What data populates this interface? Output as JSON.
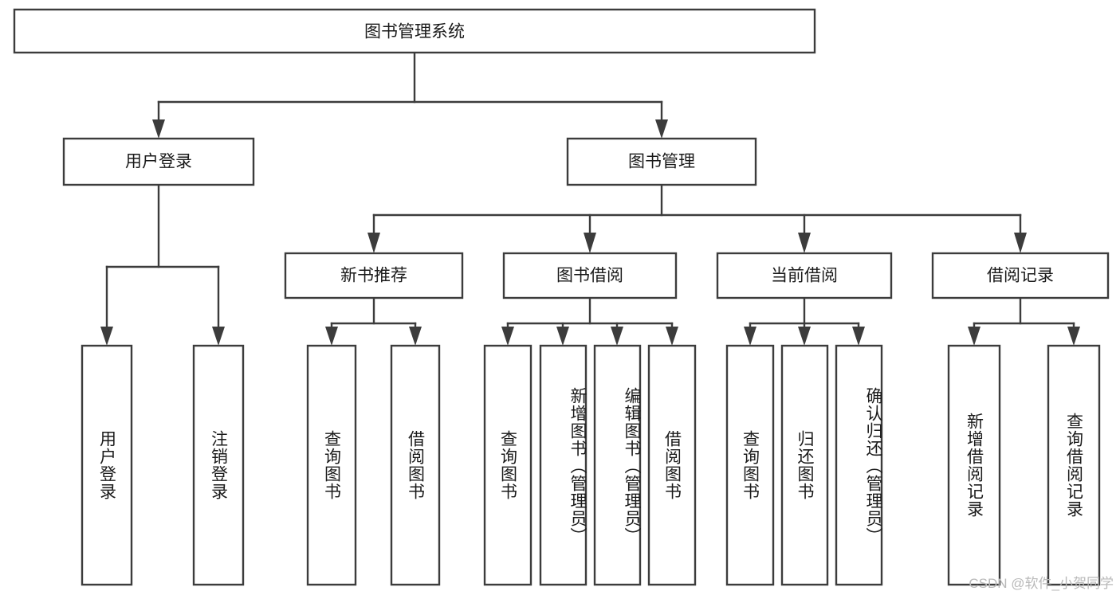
{
  "diagram": {
    "type": "hierarchy-tree",
    "title": "图书管理系统",
    "orientation": "top-down",
    "root": {
      "id": "root",
      "label": "图书管理系统"
    },
    "level2": [
      {
        "id": "user-login",
        "label": "用户登录"
      },
      {
        "id": "book-manage",
        "label": "图书管理"
      }
    ],
    "level3": [
      {
        "id": "new-book-recommend",
        "label": "新书推荐",
        "parent": "book-manage"
      },
      {
        "id": "book-borrow",
        "label": "图书借阅",
        "parent": "book-manage"
      },
      {
        "id": "current-borrow",
        "label": "当前借阅",
        "parent": "book-manage"
      },
      {
        "id": "borrow-record",
        "label": "借阅记录",
        "parent": "book-manage"
      }
    ],
    "leaves": [
      {
        "id": "leaf-user-login",
        "label": "用户登录",
        "parent": "user-login"
      },
      {
        "id": "leaf-user-logout",
        "label": "注销登录",
        "parent": "user-login"
      },
      {
        "id": "leaf-query-book-1",
        "label": "查询图书",
        "parent": "new-book-recommend"
      },
      {
        "id": "leaf-borrow-book-1",
        "label": "借阅图书",
        "parent": "new-book-recommend"
      },
      {
        "id": "leaf-query-book-2",
        "label": "查询图书",
        "parent": "book-borrow"
      },
      {
        "id": "leaf-add-book",
        "label": "新增图书（管理员）",
        "parent": "book-borrow"
      },
      {
        "id": "leaf-edit-book",
        "label": "编辑图书（管理员）",
        "parent": "book-borrow"
      },
      {
        "id": "leaf-borrow-book-2",
        "label": "借阅图书",
        "parent": "book-borrow"
      },
      {
        "id": "leaf-query-book-3",
        "label": "查询图书",
        "parent": "current-borrow"
      },
      {
        "id": "leaf-return-book",
        "label": "归还图书",
        "parent": "current-borrow"
      },
      {
        "id": "leaf-confirm-return",
        "label": "确认归还（管理员）",
        "parent": "current-borrow"
      },
      {
        "id": "leaf-add-record",
        "label": "新增借阅记录",
        "parent": "borrow-record"
      },
      {
        "id": "leaf-query-record",
        "label": "查询借阅记录",
        "parent": "borrow-record"
      }
    ],
    "colors": {
      "stroke": "#3c3c3c",
      "fill": "#ffffff",
      "text": "#1a1a1a",
      "watermark": "#b9b9b9"
    }
  },
  "watermark": {
    "text": "CSDN @软件_小贺同学"
  }
}
